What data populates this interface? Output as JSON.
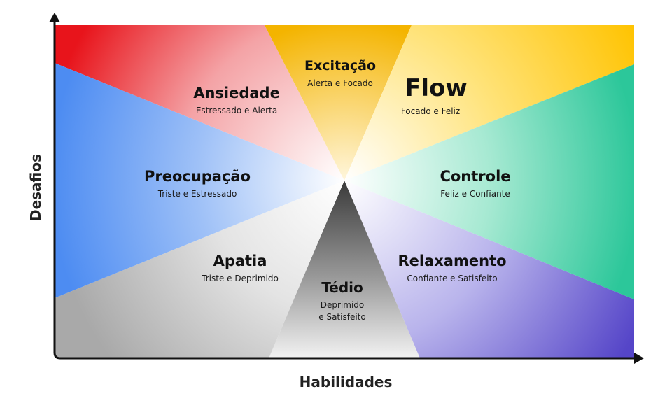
{
  "axes": {
    "x_label": "Habilidades",
    "y_label": "Desafios"
  },
  "states": {
    "ansiedade": {
      "title": "Ansiedade",
      "subtitle": "Estressado e Alerta",
      "color": "#e8141b"
    },
    "excitacao": {
      "title": "Excitação",
      "subtitle": "Alerta e Focado",
      "color": "#f5b800"
    },
    "flow": {
      "title": "Flow",
      "subtitle": "Focado e Feliz",
      "color": "#ffc400"
    },
    "controle": {
      "title": "Controle",
      "subtitle": "Feliz e Confiante",
      "color": "#2ec99a"
    },
    "relaxamento": {
      "title": "Relaxamento",
      "subtitle": "Confiante e Satisfeito",
      "color": "#5647c9"
    },
    "tedio": {
      "title": "Tédio",
      "subtitle_line1": "Deprimido",
      "subtitle_line2": "e Satisfeito",
      "color": "#3d3d3d"
    },
    "apatia": {
      "title": "Apatia",
      "subtitle": "Triste e Deprimido",
      "color": "#a8a8a8"
    },
    "preocupacao": {
      "title": "Preocupação",
      "subtitle": "Triste e Estressado",
      "color": "#4d8cf2"
    }
  }
}
